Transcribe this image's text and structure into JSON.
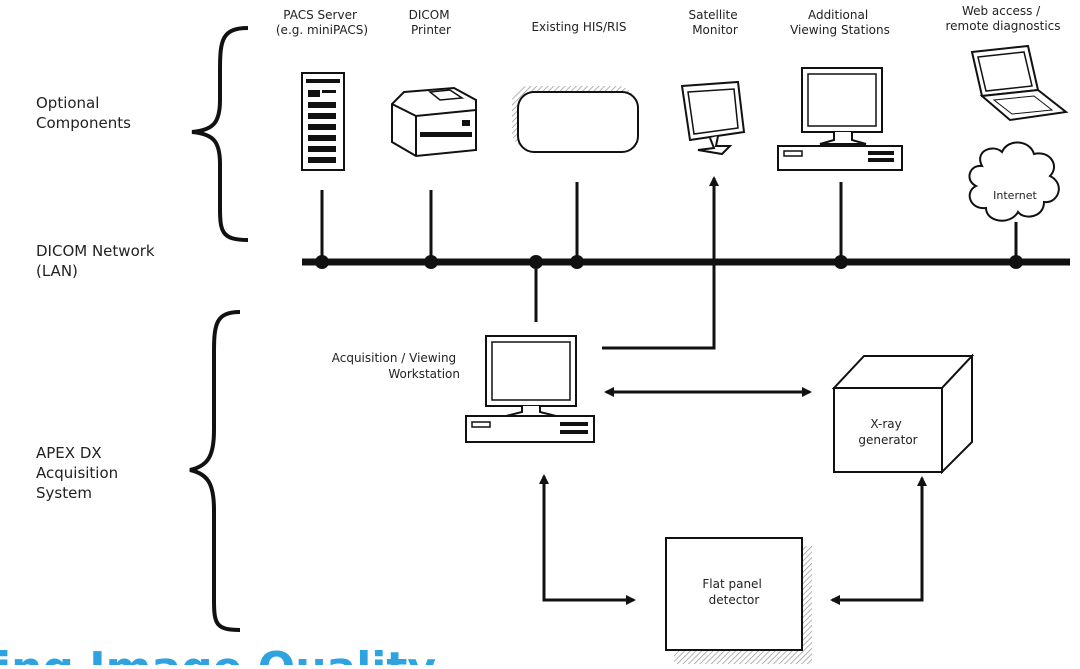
{
  "groups": {
    "optional": [
      "Optional",
      "Components"
    ],
    "network": [
      "DICOM Network",
      "(LAN)"
    ],
    "apex": [
      "APEX DX",
      "Acquisition",
      "System"
    ]
  },
  "components": {
    "pacs": [
      "PACS Server",
      "(e.g. miniPACS)"
    ],
    "printer": [
      "DICOM",
      "Printer"
    ],
    "his_ris": [
      "Existing HIS/RIS"
    ],
    "satellite": [
      "Satellite",
      "Monitor"
    ],
    "stations": [
      "Additional",
      "Viewing Stations"
    ],
    "web": [
      "Web access /",
      "remote diagnostics"
    ]
  },
  "internet": "Internet",
  "workstation": [
    "Acquisition / Viewing",
    "Workstation"
  ],
  "xray": [
    "X-ray",
    "generator"
  ],
  "detector": [
    "Flat panel",
    "detector"
  ],
  "footer_text": "ing Image Quality"
}
